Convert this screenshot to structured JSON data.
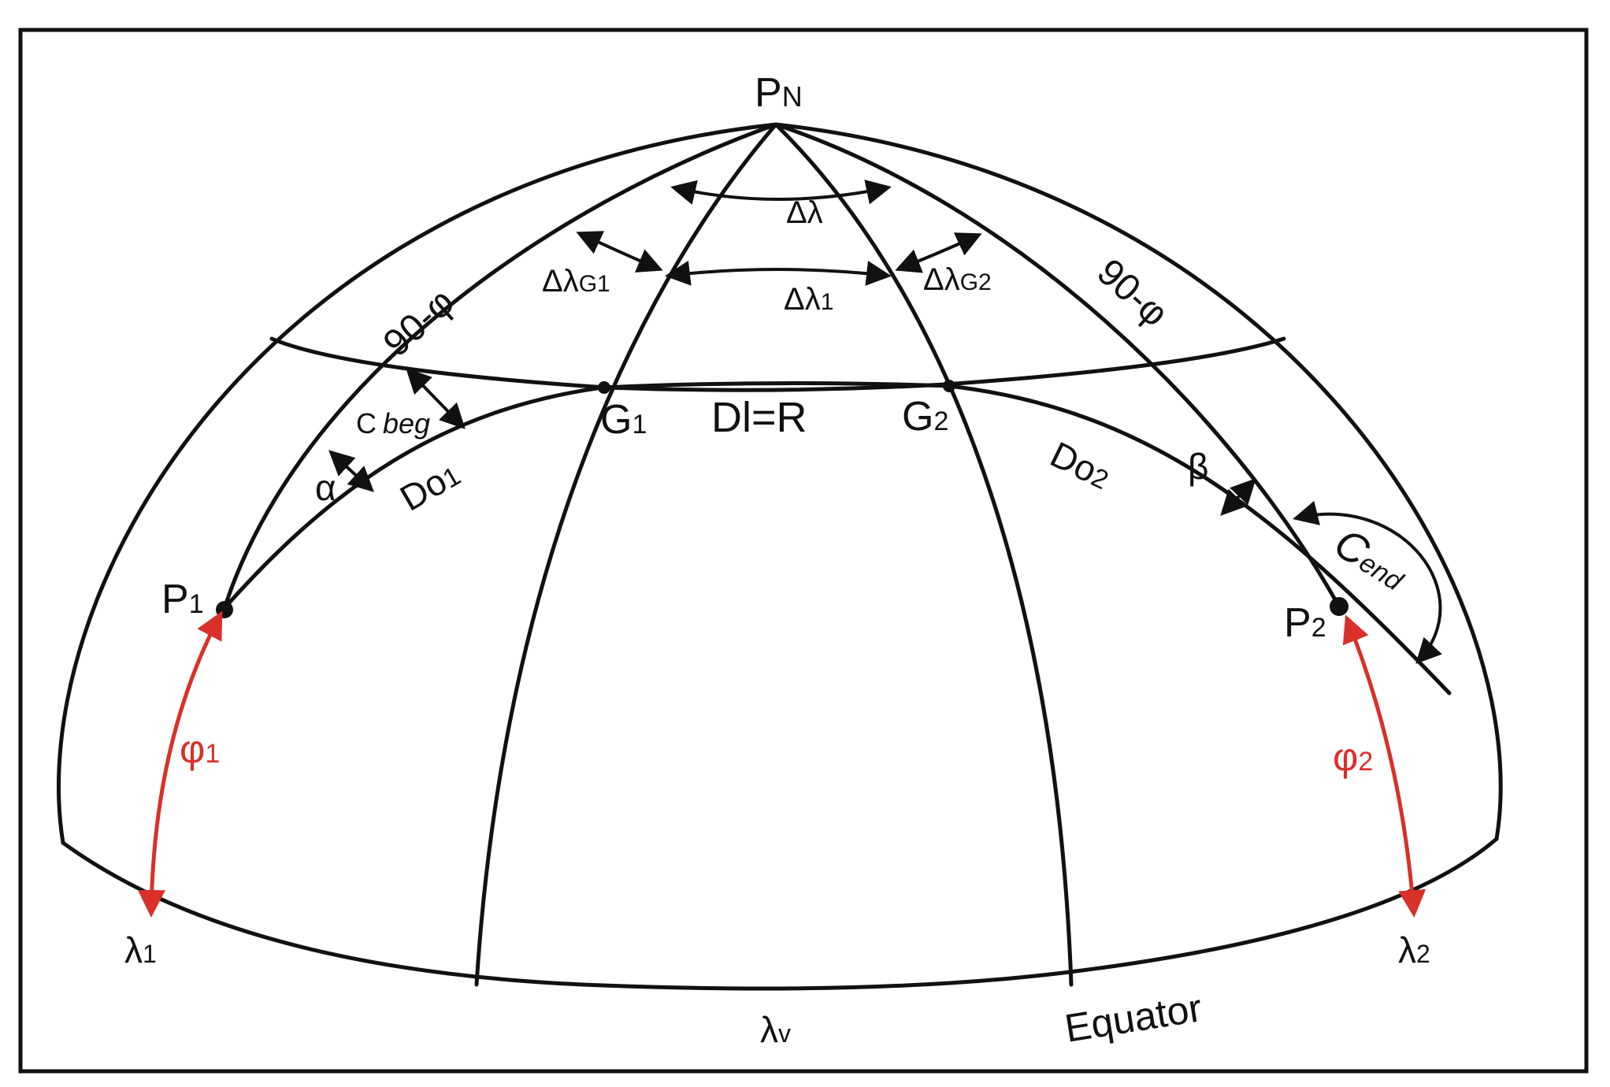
{
  "labels": {
    "pole": "PN",
    "pole_main": "P",
    "pole_sub": "N",
    "delta_lambda": "Δλ",
    "delta_lambda_g1_main": "Δλ",
    "delta_lambda_g1_sub": "G1",
    "delta_lambda_1_main": "Δλ",
    "delta_lambda_1_sub": "1",
    "delta_lambda_g2_main": "Δλ",
    "delta_lambda_g2_sub": "G2",
    "colat_left": "90-φ",
    "colat_right": "90-φ",
    "c_beg_main": "C",
    "c_beg_sub": "beg",
    "alpha": "α",
    "do1_main": "Do",
    "do1_sub": "1",
    "g1_main": "G",
    "g1_sub": "1",
    "dl": "Dl=R",
    "g2_main": "G",
    "g2_sub": "2",
    "do2_main": "Do",
    "do2_sub": "2",
    "beta": "β",
    "c_end_main": "C",
    "c_end_sub": "end",
    "p1_main": "P",
    "p1_sub": "1",
    "p2_main": "P",
    "p2_sub": "2",
    "phi1_main": "φ",
    "phi1_sub": "1",
    "phi2_main": "φ",
    "phi2_sub": "2",
    "lambda1_main": "λ",
    "lambda1_sub": "1",
    "lambda2_main": "λ",
    "lambda2_sub": "2",
    "lambda_v_main": "λ",
    "lambda_v_sub": "v",
    "equator": "Equator"
  },
  "colors": {
    "line": "#111111",
    "latitude_arrow": "#d9302a",
    "background": "#ffffff"
  }
}
